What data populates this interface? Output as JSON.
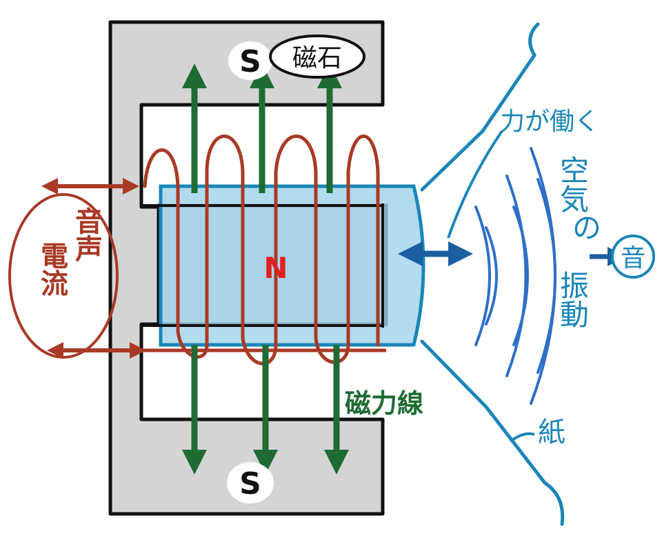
{
  "labels": {
    "pole_top": "S",
    "pole_center": "N",
    "pole_bottom": "S",
    "magnet": "磁石",
    "current_top": "音声",
    "current_bottom": "電流",
    "field_lines": "磁力線",
    "force": "力が働く",
    "air_vibration_1": "空気",
    "air_vibration_2": "の",
    "air_vibration_3": "振動",
    "sound": "音",
    "paper": "紙"
  },
  "colors": {
    "magnet_gray": "#d4d4d4",
    "outline": "#111111",
    "coil_red": "#a83a26",
    "field_green": "#1f6b34",
    "bobbin_blue": "#9fd3ea",
    "cone_blue": "#1b86b7",
    "wave_blue": "#2e6fc6",
    "pole_n_red": "#e02020"
  }
}
